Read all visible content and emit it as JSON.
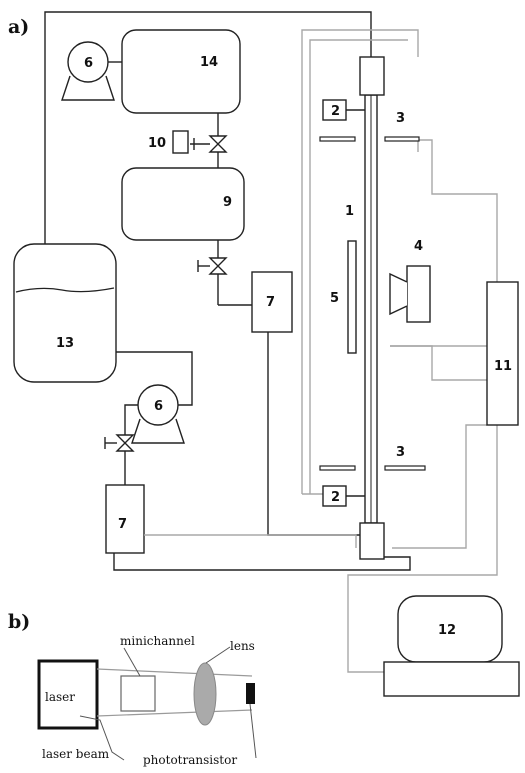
{
  "panels": {
    "a": "a)",
    "b": "b)"
  },
  "components": {
    "minichannel_number": "1",
    "sensor_top": "2",
    "sensor_bottom": "2",
    "heater_top": "3",
    "heater_bottom": "3",
    "camera": "4",
    "light_source": "5",
    "pump_top": "6",
    "pump_bottom": "6",
    "unit_7_mid": "7",
    "unit_7_low": "7",
    "tank_9": "9",
    "valve_10": "10",
    "controller_11": "11",
    "computer_12": "12",
    "reservoir_13": "13",
    "vessel_14": "14"
  },
  "optical": {
    "laser": "laser",
    "minichannel": "minichannel",
    "lens": "lens",
    "laser_beam": "laser beam",
    "phototransistor": "phototransistor"
  }
}
